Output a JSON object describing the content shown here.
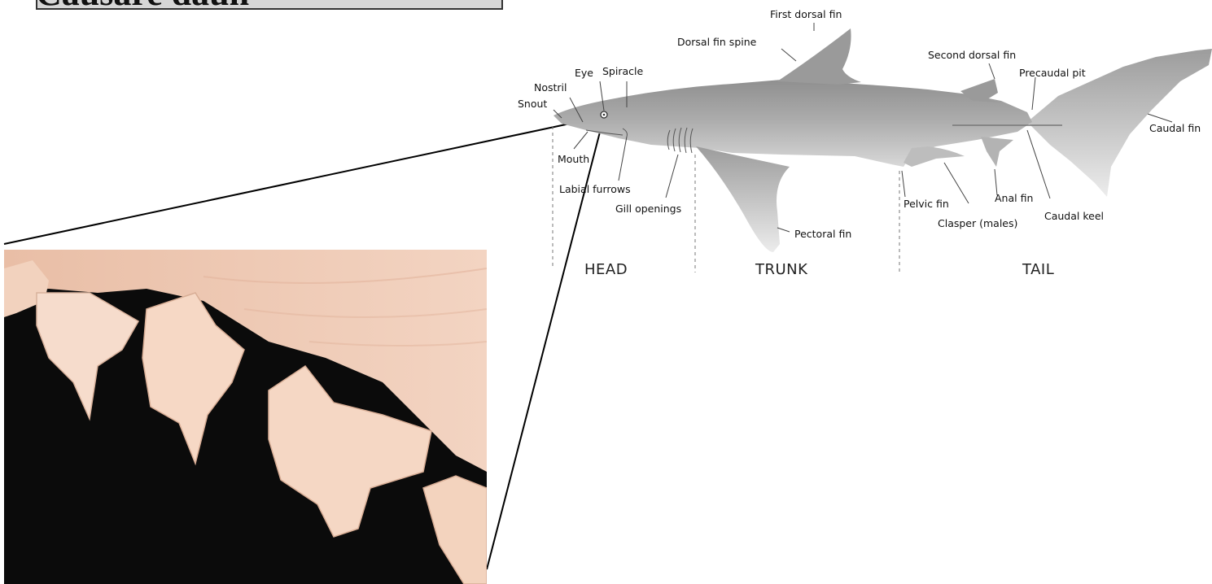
{
  "title_fragment": "Causare daun",
  "regions": [
    "HEAD",
    "TRUNK",
    "TAIL"
  ],
  "labels": {
    "first_dorsal_fin": "First dorsal fin",
    "dorsal_fin_spine": "Dorsal fin spine",
    "second_dorsal_fin": "Second dorsal fin",
    "precaudal_pit": "Precaudal pit",
    "caudal_fin": "Caudal fin",
    "eye": "Eye",
    "spiracle": "Spiracle",
    "nostril": "Nostril",
    "snout": "Snout",
    "mouth": "Mouth",
    "labial_furrows": "Labial furrows",
    "gill_openings": "Gill openings",
    "pectoral_fin": "Pectoral fin",
    "pelvic_fin": "Pelvic fin",
    "anal_fin": "Anal fin",
    "clasper": "Clasper (males)",
    "caudal_keel": "Caudal keel"
  },
  "colors": {
    "shark_body": "#a9a9a9",
    "shark_light": "#e6e6e6",
    "photo_background": "#0b0b0b",
    "skin": "#f1cdb8",
    "tooth": "#f4d6c4"
  }
}
